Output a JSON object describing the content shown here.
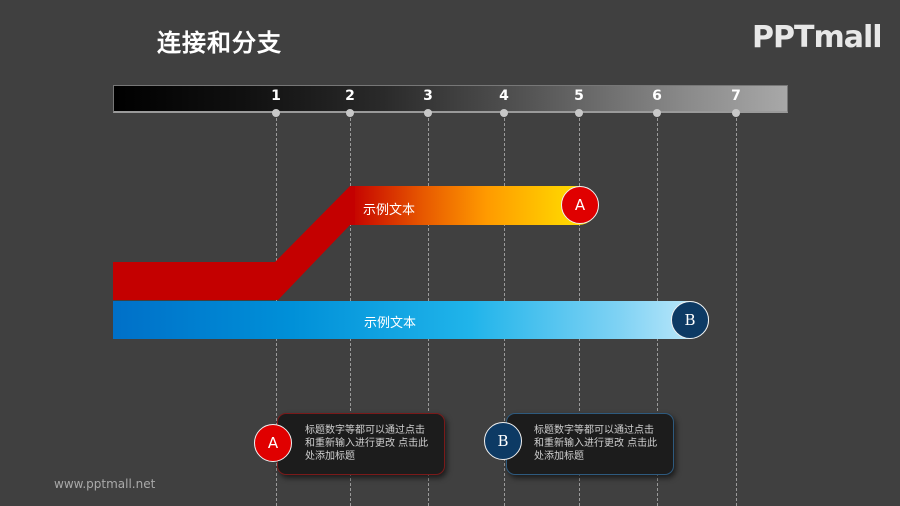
{
  "header": {
    "title": "连接和分支",
    "logo": "PPTmall"
  },
  "timeline": {
    "ticks": [
      "1",
      "2",
      "3",
      "4",
      "5",
      "6",
      "7"
    ]
  },
  "branches": {
    "a": {
      "label": "示例文本",
      "badge": "A",
      "color_start": "#c40000",
      "color_end": "#ffe600"
    },
    "b": {
      "label": "示例文本",
      "badge": "B",
      "color_start": "#0070c8",
      "color_end": "#c8ecfb"
    }
  },
  "cards": {
    "a": {
      "badge": "A",
      "text": "标题数字等都可以通过点击和重新输入进行更改 点击此处添加标题"
    },
    "b": {
      "badge": "B",
      "text": "标题数字等都可以通过点击和重新输入进行更改 点击此处添加标题"
    }
  },
  "footer": {
    "url": "www.pptmall.net"
  },
  "colors": {
    "background": "#404040",
    "red": "#c40000",
    "badge_a": "#e00000",
    "badge_b": "#0d3a64"
  }
}
